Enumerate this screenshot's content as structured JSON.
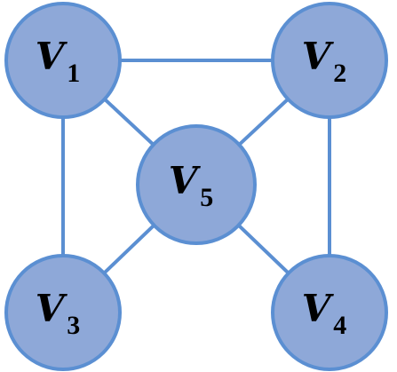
{
  "colors": {
    "node_fill": "#8ea8d8",
    "node_stroke": "#5b8fd2",
    "edge": "#5b8fd2",
    "label": "#000000"
  },
  "nodes": [
    {
      "id": "v1",
      "letter": "V",
      "subscript": "1"
    },
    {
      "id": "v2",
      "letter": "V",
      "subscript": "2"
    },
    {
      "id": "v3",
      "letter": "V",
      "subscript": "3"
    },
    {
      "id": "v4",
      "letter": "V",
      "subscript": "4"
    },
    {
      "id": "v5",
      "letter": "V",
      "subscript": "5"
    }
  ],
  "edges": [
    {
      "from": "v1",
      "to": "v2"
    },
    {
      "from": "v1",
      "to": "v3"
    },
    {
      "from": "v2",
      "to": "v4"
    },
    {
      "from": "v1",
      "to": "v5"
    },
    {
      "from": "v2",
      "to": "v5"
    },
    {
      "from": "v3",
      "to": "v5"
    },
    {
      "from": "v4",
      "to": "v5"
    }
  ]
}
